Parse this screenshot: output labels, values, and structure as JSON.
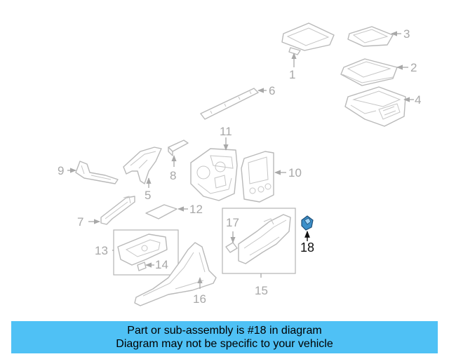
{
  "callouts": {
    "c1": "1",
    "c2": "2",
    "c3": "3",
    "c4": "4",
    "c5": "5",
    "c6": "6",
    "c7": "7",
    "c8": "8",
    "c9": "9",
    "c10": "10",
    "c11": "11",
    "c12": "12",
    "c13": "13",
    "c14": "14",
    "c15": "15",
    "c16": "16",
    "c17": "17",
    "c18": "18"
  },
  "highlighted_part": "18",
  "colors": {
    "banner": "#4fc1f5",
    "highlight": "#3b8fc9",
    "lines": "#b9b9b9"
  },
  "banner": {
    "line1": "Part or sub-assembly is #18 in diagram",
    "line2": "Diagram may not be specific to your vehicle"
  }
}
